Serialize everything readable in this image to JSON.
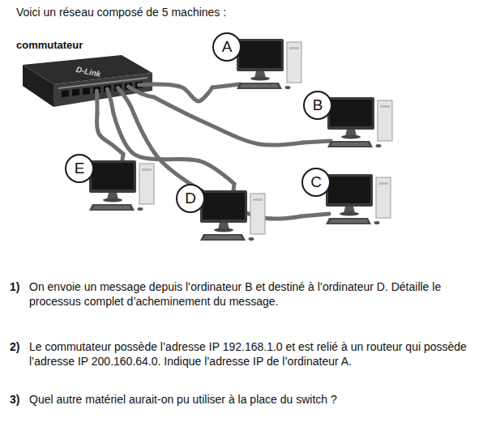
{
  "diagram": {
    "title": "Voici un réseau composé de 5 machines :",
    "nodes": [
      {
        "text": [
          "commutateur"
        ]
      },
      {
        "text": [
          "A"
        ]
      },
      {
        "text": [
          "B"
        ]
      },
      {
        "text": [
          "C"
        ]
      },
      {
        "text": [
          "D"
        ]
      },
      {
        "text": [
          "E"
        ]
      }
    ],
    "edges": [
      {
        "from": 0,
        "to": 1,
        "arrow": "none"
      },
      {
        "from": 0,
        "to": 2,
        "arrow": "none"
      },
      {
        "from": 0,
        "to": 3,
        "arrow": "none"
      },
      {
        "from": 0,
        "to": 4,
        "arrow": "none"
      },
      {
        "from": 0,
        "to": 5,
        "arrow": "none"
      }
    ],
    "labels": [
      "D-Link",
      "1)",
      "On envoie un message depuis l’ordinateur B et destiné à l’ordinateur D. Détaille le processus complet d’acheminement du message.",
      "2)",
      "Le commutateur possède l’adresse IP 192.168.1.0 et est relié à un routeur qui possède l’adresse IP 200.160.64.0. Indique l’adresse IP de l’ordinateur A.",
      "3)",
      "Quel autre matériel aurait-on pu utiliser à la place du switch ?"
    ]
  }
}
